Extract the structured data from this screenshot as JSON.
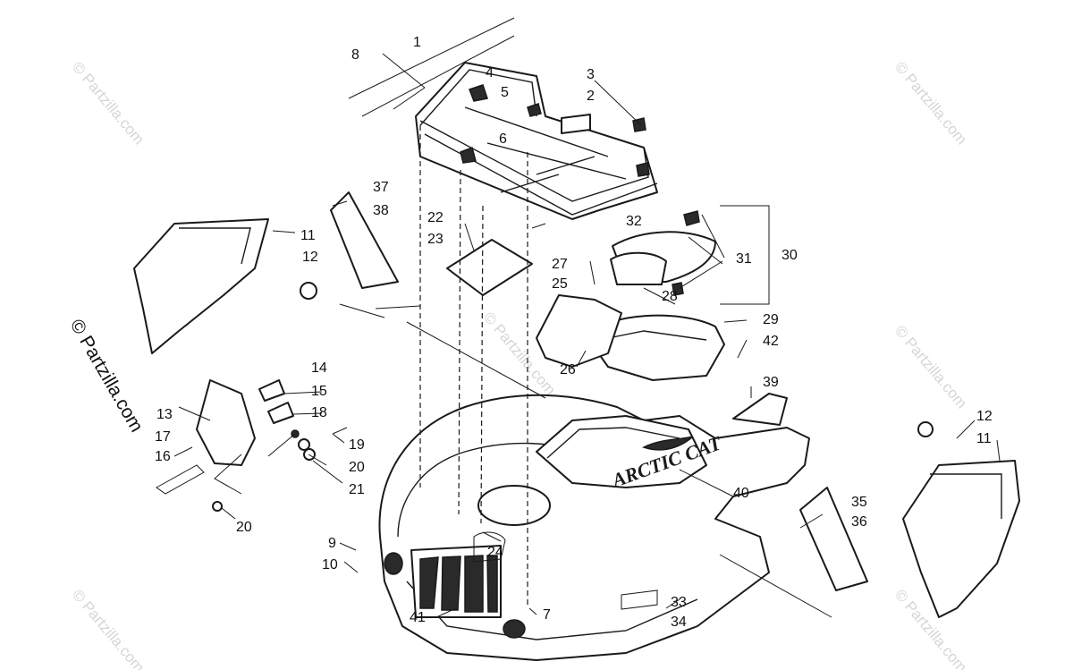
{
  "watermark": "© Partzilla.com",
  "brand_text": "ARCTIC CAT",
  "callouts": [
    "1",
    "2",
    "3",
    "4",
    "5",
    "6",
    "7",
    "8",
    "9",
    "10",
    "11",
    "12",
    "13",
    "14",
    "15",
    "16",
    "17",
    "18",
    "19",
    "20",
    "21",
    "22",
    "23",
    "24",
    "25",
    "26",
    "27",
    "28",
    "29",
    "30",
    "31",
    "32",
    "33",
    "34",
    "35",
    "36",
    "37",
    "38",
    "39",
    "40",
    "41",
    "42"
  ]
}
